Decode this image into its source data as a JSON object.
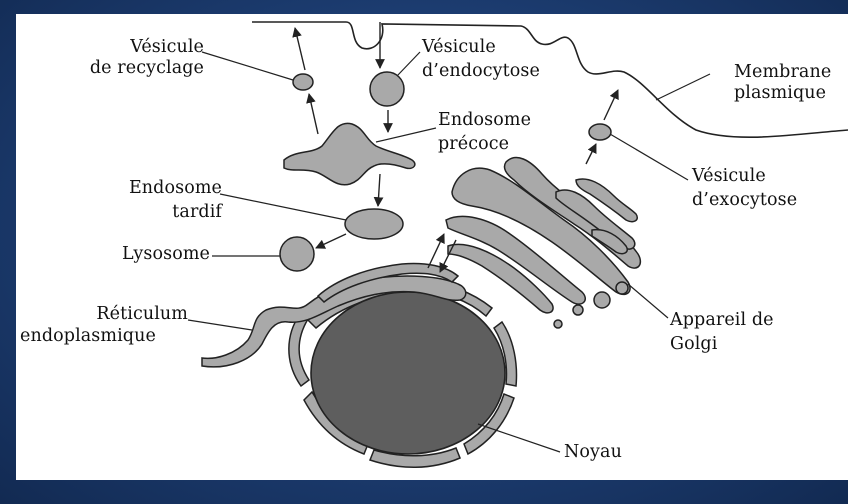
{
  "diagram": {
    "labels": {
      "vesicule_recyclage_1": "Vésicule",
      "vesicule_recyclage_2": "de recyclage",
      "vesicule_endocytose_1": "Vésicule",
      "vesicule_endocytose_2": "d’endocytose",
      "membrane_1": "Membrane",
      "membrane_2": "plasmique",
      "endosome_precoce_1": "Endosome",
      "endosome_precoce_2": "précoce",
      "endosome_tardif_1": "Endosome",
      "endosome_tardif_2": "tardif",
      "lysosome": "Lysosome",
      "vesicule_exocytose_1": "Vésicule",
      "vesicule_exocytose_2": "d’exocytose",
      "reticulum_1": "Réticulum",
      "reticulum_2": "endoplasmique",
      "golgi_1": "Appareil de",
      "golgi_2": "Golgi",
      "noyau": "Noyau"
    },
    "colors": {
      "organelle_fill": "#a9a9a9",
      "nucleus_fill": "#5e5e5e",
      "stroke": "#222222",
      "background": "#1c3c70"
    }
  }
}
